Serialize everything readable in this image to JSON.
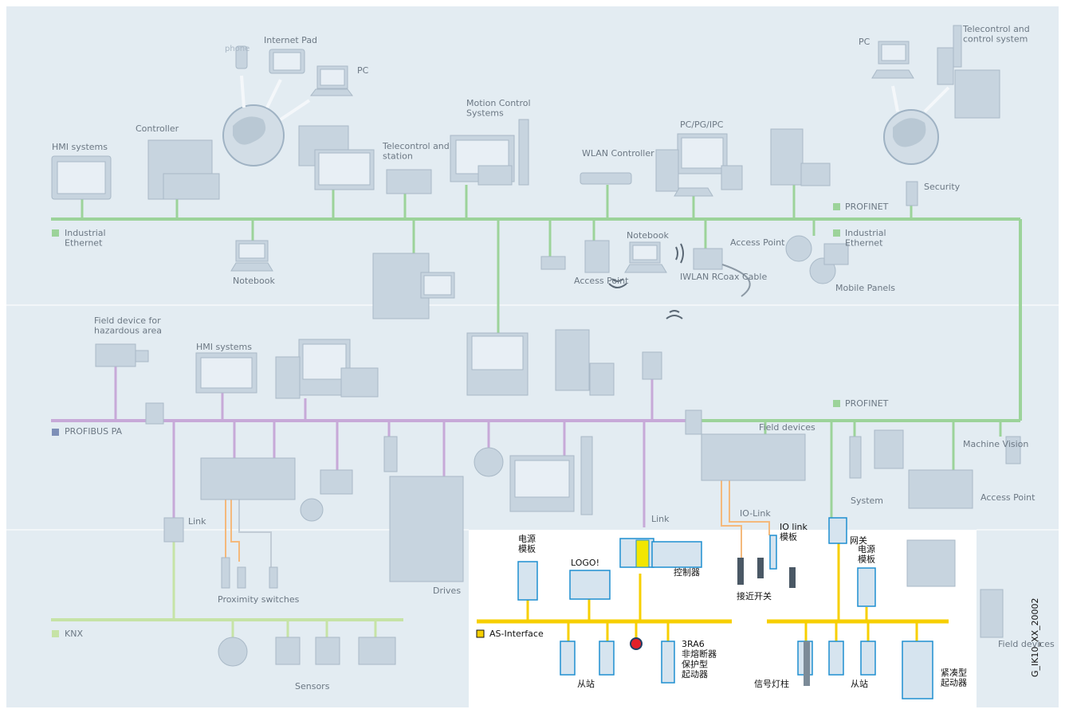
{
  "colors": {
    "background": "#e3ecf2",
    "ethernet": "#9cd39a",
    "profibus": "#c7a9d8",
    "knx": "#c6e3a6",
    "asi": "#f7cf00",
    "iolink": "#f4b97c",
    "device": "#c2d2de",
    "device_active": "#1f8fd0"
  },
  "top_network": {
    "mobile_phone": "phone",
    "internet_pad": "Internet Pad",
    "pc_internet": "PC",
    "controller": "Controller",
    "hmi_systems": "HMI systems",
    "telecontrol_station": "Telecontrol and station",
    "motion_control": "Motion Control Systems",
    "wlan_controller": "WLAN Controller",
    "pc_pg_ipc": "PC/PG/IPC",
    "pc_right": "PC",
    "telecontrol_control": "Telecontrol and control system",
    "security": "Security",
    "profinet_top": "PROFINET",
    "industrial_ethernet_left": "Industrial Ethernet",
    "industrial_ethernet_right": "Industrial Ethernet",
    "notebook_left": "Notebook",
    "notebook_mid": "Notebook",
    "access_point_mid": "Access Point",
    "access_point_top": "Access Point",
    "iwlan_rcoax": "IWLAN RCoax Cable",
    "mobile_panels": "Mobile Panels"
  },
  "mid_network": {
    "field_device_hazard": "Field device for hazardous area",
    "hmi_systems_mid": "HMI systems",
    "profibus_pa": "PROFIBUS PA",
    "profinet_mid": "PROFINET",
    "field_devices_right": "Field devices",
    "machine_vision": "Machine Vision",
    "system_label": "System",
    "access_point_right": "Access Point",
    "io_link": "IO-Link",
    "drives": "Drives",
    "link_left": "Link",
    "link_mid": "Link",
    "proximity_switches": "Proximity switches",
    "field_devices_bottom": "Field devices"
  },
  "bottom_network": {
    "knx": "KNX",
    "sensors": "Sensors",
    "as_interface": "AS-Interface",
    "power_module_left": "电源\n模板",
    "logo": "LOGO!",
    "controller_cn": "控制器",
    "io_link_module": "IO link\n模板",
    "proximity_switch_cn": "接近开关",
    "gateway": "网关",
    "power_module_right": "电源\n模板",
    "slave_left": "从站",
    "slave_right": "从站",
    "starter_3ra6": "3RA6\n非熔断器\n保护型\n起动器",
    "signal_tower": "信号灯柱",
    "compact_starter": "紧凑型\n起动器",
    "figure_id": "G_IK10_XX_20002"
  }
}
